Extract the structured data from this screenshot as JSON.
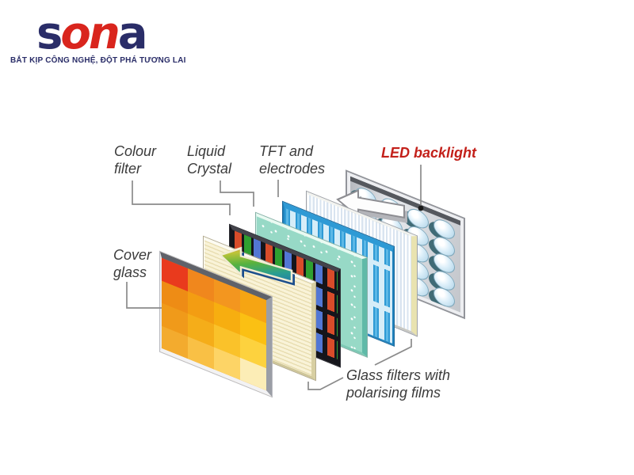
{
  "logo": {
    "part1": "s",
    "part2": "on",
    "part3": "a",
    "tagline": "BẮT KỊP CÔNG NGHỆ, ĐỘT PHÁ TƯƠNG LAI"
  },
  "colors": {
    "navy": "#2a2d68",
    "brand_red": "#d9251d",
    "label": "#3b3b3b",
    "led_label": "#c3201a",
    "leader": "#8b8b8b",
    "cream_base": "#f9f3d8",
    "cream_line": "#e8ddb0",
    "cream_edge": "#d8cfa2",
    "rgb_frame": "#15151b",
    "rgb_red": "#d84c2a",
    "rgb_green": "#2fa030",
    "rgb_blue": "#5277d4",
    "lc_base": "#97d9c6",
    "lc_edge": "#5fbaa8",
    "tft_bar": "#2e9ad5",
    "tft_base": "#d6edf8",
    "bp_line": "#d9e4f0",
    "bp_edge": "#e9e3b0",
    "led_bulb": "#dff0fa",
    "led_shadow": "#406b76"
  },
  "diagram": {
    "labels": {
      "colour_filter": "Colour\nfilter",
      "liquid_crystal": "Liquid\nCrystal",
      "tft": "TFT and\nelectrodes",
      "led_backlight": "LED backlight",
      "cover_glass": "Cover\nglass",
      "glass_filters": "Glass filters with\npolarising films"
    },
    "layers": [
      {
        "id": "cover-glass",
        "name": "Cover glass"
      },
      {
        "id": "front-polariser",
        "name": "Glass filter with polarising film"
      },
      {
        "id": "colour-filter",
        "name": "Colour filter"
      },
      {
        "id": "liquid-crystal",
        "name": "Liquid Crystal"
      },
      {
        "id": "tft-electrodes",
        "name": "TFT and electrodes"
      },
      {
        "id": "back-polariser",
        "name": "Glass filter with polarising film"
      },
      {
        "id": "led-backlight",
        "name": "LED backlight"
      }
    ],
    "cover_glass_cells": [
      "#e93a1d",
      "#f0871d",
      "#f3961f",
      "#f6a513",
      "#ee8c15",
      "#f39d12",
      "#f7ae10",
      "#fbc013",
      "#f09a1a",
      "#f5ad19",
      "#fac22a",
      "#fdd23e",
      "#f3ab2e",
      "#f9c045",
      "#fdd466",
      "#fcedb6"
    ],
    "led_grid": {
      "rows": 5,
      "cols": 4
    }
  }
}
